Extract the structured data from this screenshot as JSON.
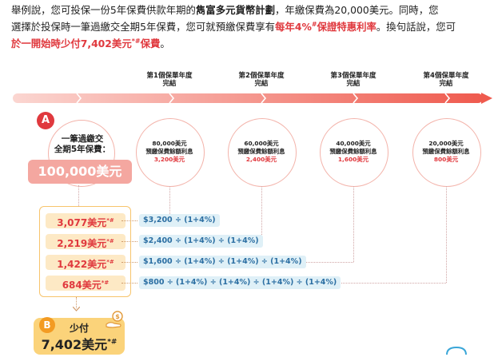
{
  "intro": {
    "line1_a": "舉例說，您可投保一份5年保費供款年期的",
    "line1_b": "雋富多元貨幣計劃",
    "line1_c": "，年繳保費為20,000美元。同時，您",
    "line2_a": "選擇於投保時一筆過繳交全期5年保費，您可就預繳保費享有",
    "line2_b": "每年4%",
    "line2_sup": "#",
    "line2_c": "保證特惠利率",
    "line2_d": "。換句話說，您可",
    "line3_a": "於一開始時少付7,402美元",
    "line3_sup": "*#",
    "line3_b": "保費",
    "line3_c": "。"
  },
  "years": [
    {
      "label1": "第1個保單年度",
      "label2": "完結"
    },
    {
      "label1": "第2個保單年度",
      "label2": "完結"
    },
    {
      "label1": "第3個保單年度",
      "label2": "完結"
    },
    {
      "label1": "第4個保單年度",
      "label2": "完結"
    }
  ],
  "lump": {
    "badge": "A",
    "title1": "一筆過繳交",
    "title2": "全期5年保費：",
    "amount": "100,000美元"
  },
  "circles": [
    {
      "amount": "80,000美元",
      "label": "預繳保費餘額利息",
      "interest": "3,200美元"
    },
    {
      "amount": "60,000美元",
      "label": "預繳保費餘額利息",
      "interest": "2,400美元"
    },
    {
      "amount": "40,000美元",
      "label": "預繳保費餘額利息",
      "interest": "1,600美元"
    },
    {
      "amount": "20,000美元",
      "label": "預繳保費餘額利息",
      "interest": "800美元"
    }
  ],
  "discounts": [
    {
      "value": "3,077美元",
      "sup": "*#"
    },
    {
      "value": "2,219美元",
      "sup": "*#"
    },
    {
      "value": "1,422美元",
      "sup": "*#"
    },
    {
      "value": "684美元",
      "sup": "*#"
    }
  ],
  "calcs": [
    "$3,200 ÷ (1+4%)",
    "$2,400 ÷ (1+4%) ÷ (1+4%)",
    "$1,600 ÷ (1+4%) ÷ (1+4%) ÷ (1+4%)",
    "$800 ÷ (1+4%) ÷ (1+4%) ÷ (1+4%) ÷ (1+4%)"
  ],
  "pay": {
    "badge": "B",
    "label": "少付",
    "amount": "7,402美元",
    "sup": "*#"
  },
  "colors": {
    "accent_red": "#e0393e",
    "timeline_pink": "#f4a7a0",
    "calc_blue": "#2c6fa3",
    "gold": "#fbd37a"
  },
  "icons": {
    "hand_coin": "hand-coin-icon",
    "corner": "speech-bubble-icon"
  }
}
